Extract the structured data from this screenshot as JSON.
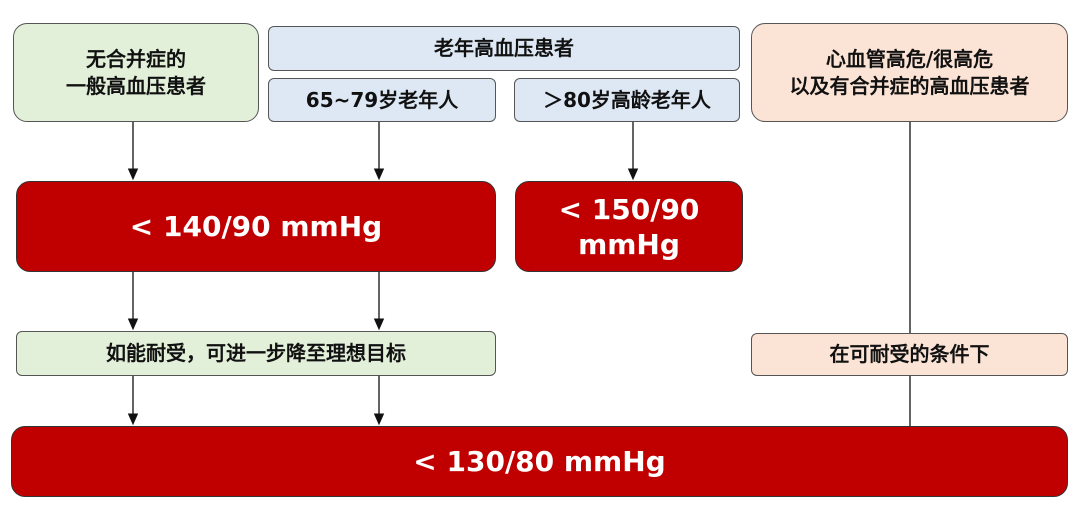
{
  "boxes": {
    "general": {
      "line1": "无合并症的",
      "line2": "一般高血压患者"
    },
    "elderly": "老年高血压患者",
    "age_65_79": "65~79岁老年人",
    "age_80": "＞80岁高龄老年人",
    "high_risk": {
      "line1": "心血管高危/很高危",
      "line2": "以及有合并症的高血压患者"
    },
    "target_140": "< 140/90 mmHg",
    "target_150": {
      "line1": "< 150/90",
      "line2": "mmHg"
    },
    "further": "如能耐受，可进一步降至理想目标",
    "tolerable": "在可耐受的条件下",
    "target_130": "< 130/80 mmHg"
  },
  "colors": {
    "red": "#c00000",
    "green": "#e2efd9",
    "blue": "#dde8f4",
    "peach": "#fbe3d6"
  }
}
